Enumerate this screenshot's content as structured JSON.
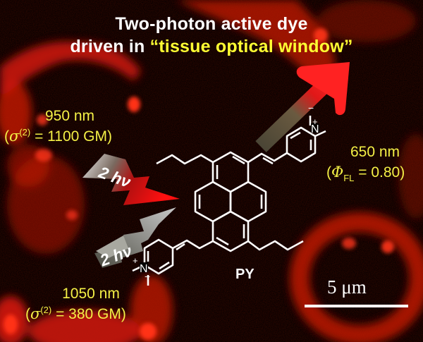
{
  "title": {
    "line1": "Two-photon active dye",
    "line2_prefix": "driven in ",
    "line2_highlight": "“tissue optical window”"
  },
  "excitation_1": {
    "wavelength": "950 nm",
    "cross_section_prefix": "(",
    "sigma_symbol": "σ",
    "sigma_superscript": "(2)",
    "cross_section_value": " = 1100 GM)"
  },
  "excitation_2": {
    "wavelength": "1050 nm",
    "cross_section_prefix": "(",
    "sigma_symbol": "σ",
    "sigma_superscript": "(2)",
    "cross_section_value": " = 380 GM)"
  },
  "emission": {
    "wavelength": "650 nm",
    "quantum_yield_prefix": "(",
    "phi_symbol": "Φ",
    "phi_subscript": "FL",
    "quantum_yield_value": " = 0.80)"
  },
  "lightning_bolts": [
    {
      "label": "2 hν",
      "color": "#ff1a1a",
      "meaning": "950 nm excitation"
    },
    {
      "label": "2 hν",
      "color": "#9a9a9a",
      "meaning": "1050 nm excitation"
    }
  ],
  "emission_arrow": {
    "color_tip": "#ff2020",
    "color_tail": "#5a5440"
  },
  "molecule": {
    "label": "PY",
    "atoms": {
      "nitrogen": "N",
      "plus": "+",
      "minus": "−",
      "iodide": "I"
    }
  },
  "scale_bar": {
    "label": "5 μm"
  },
  "colors": {
    "background": "#050000",
    "cell_stain": "#ff2a10",
    "title_text": "#ffffff",
    "highlight_text": "#ffff33",
    "annotation_text": "#f4f046",
    "structure_lines": "#ffffff"
  }
}
